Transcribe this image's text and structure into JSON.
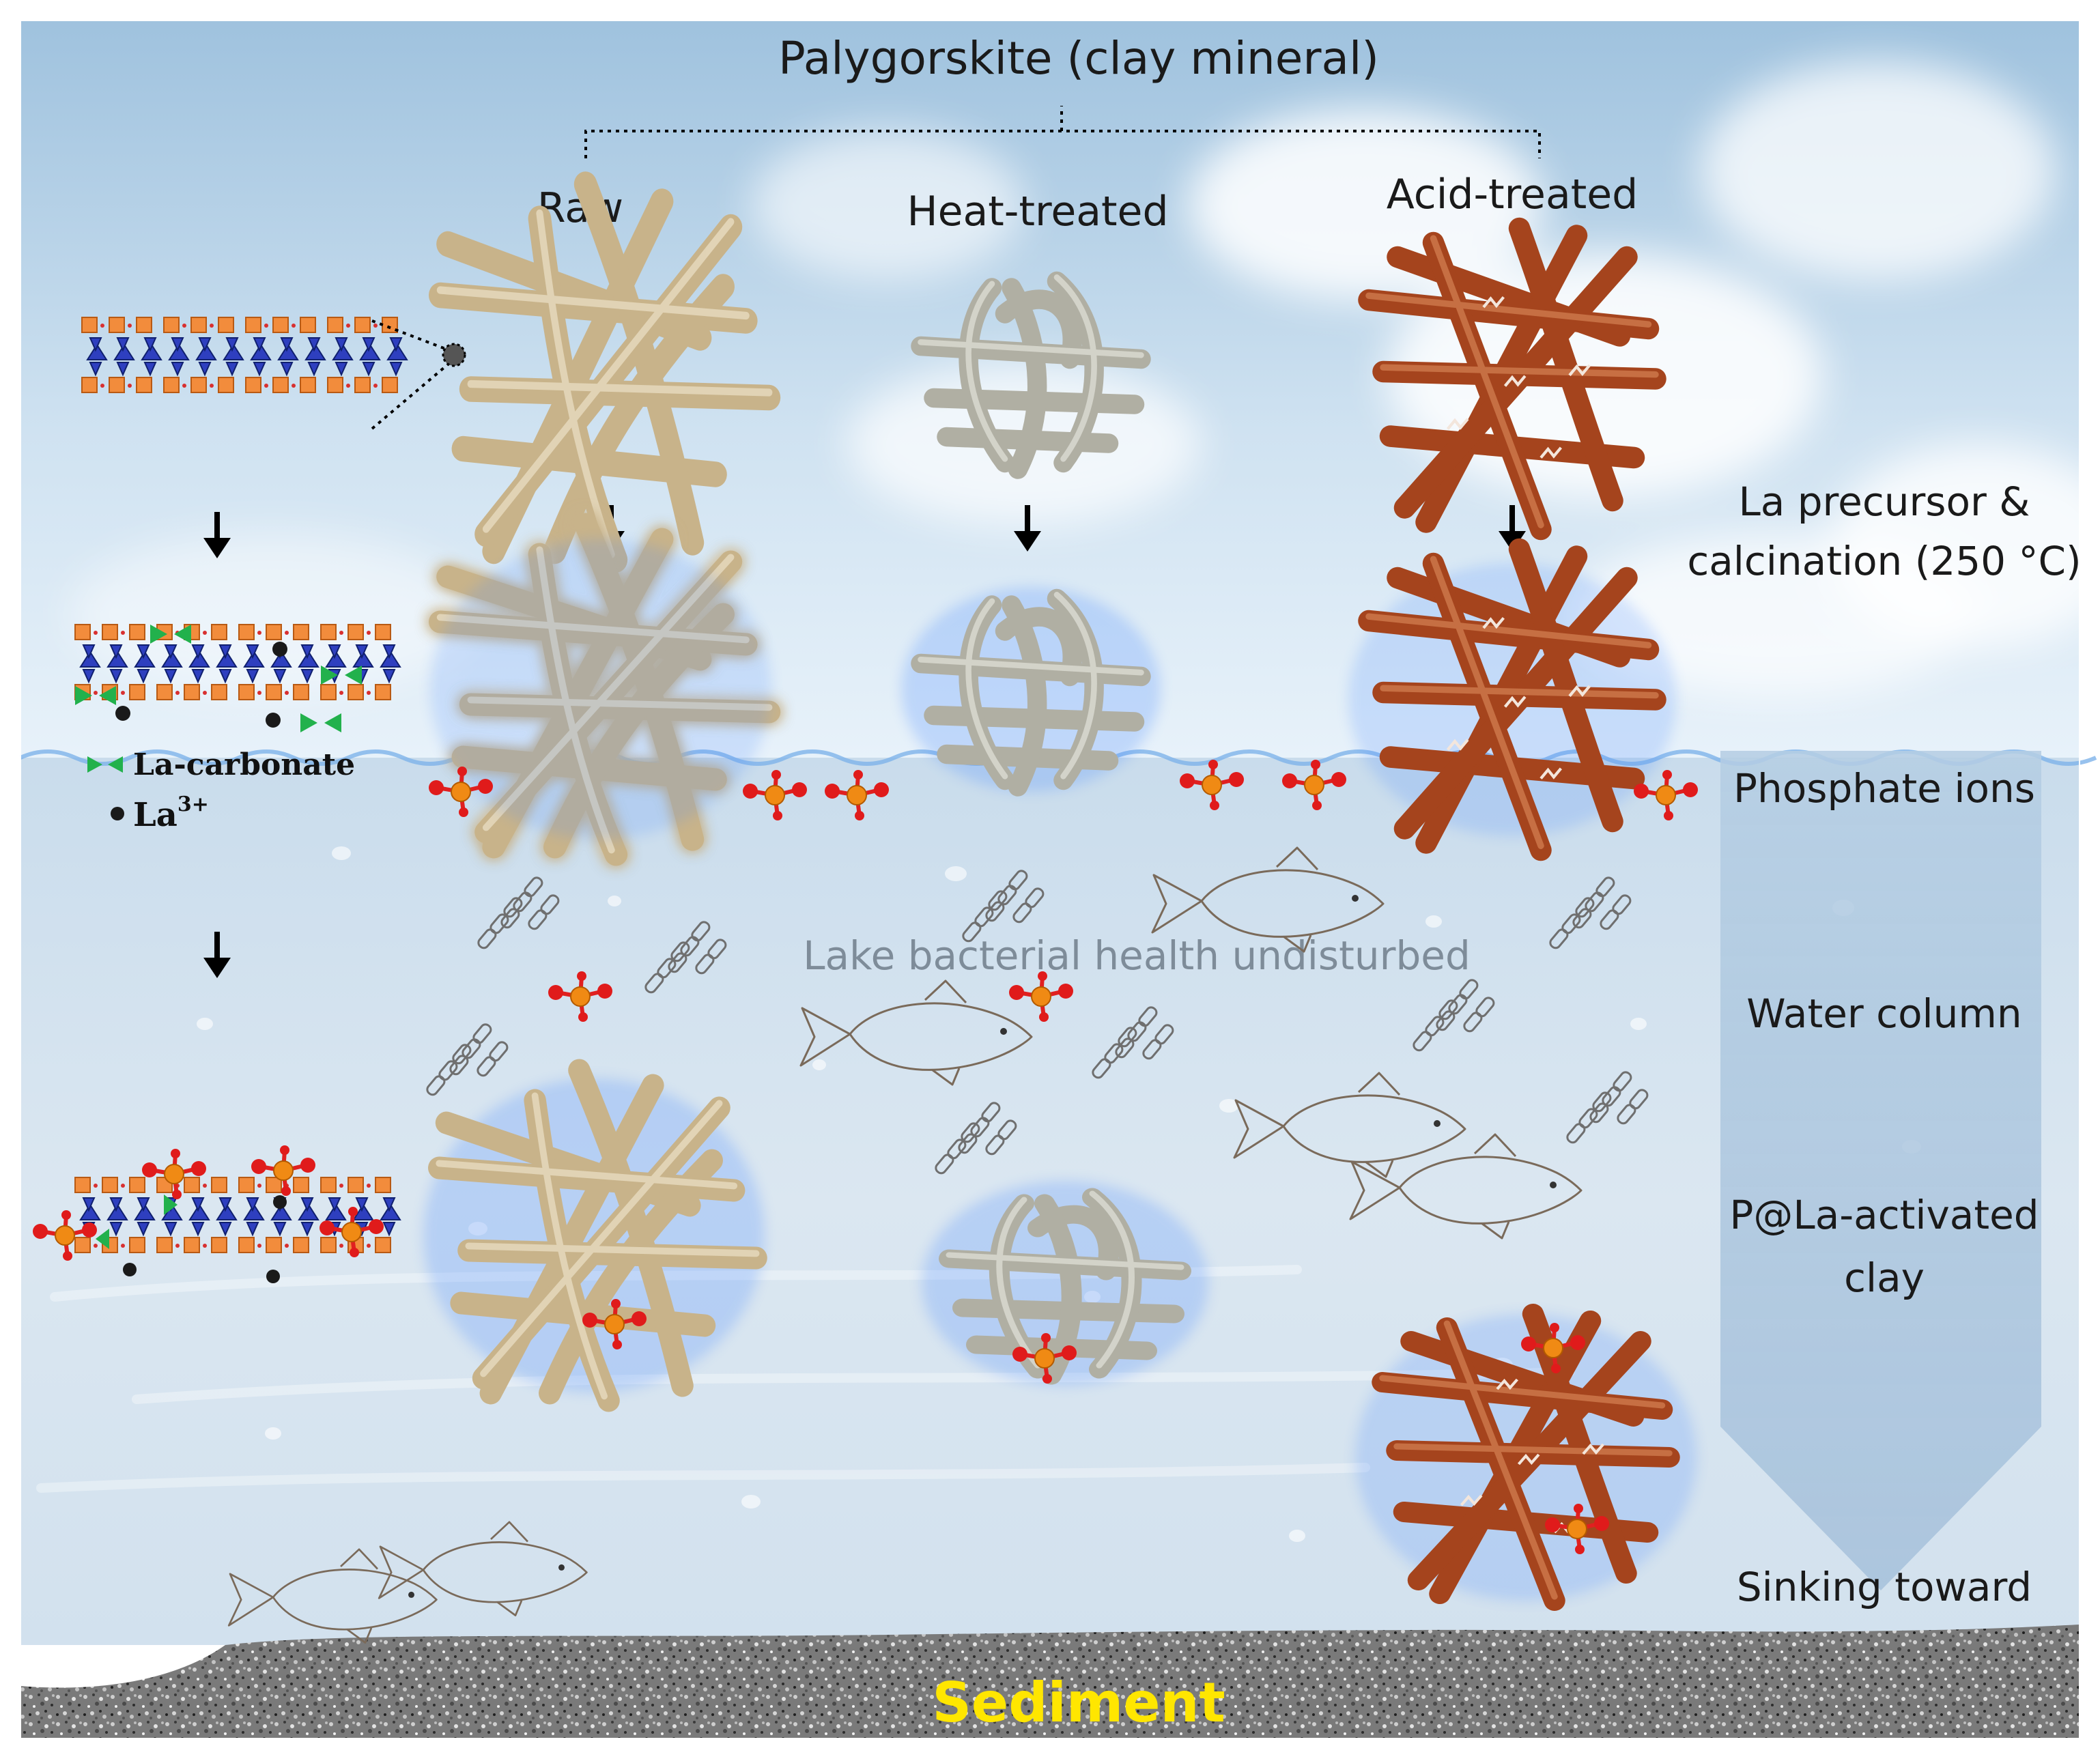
{
  "title": "Palygorskite (clay mineral)",
  "columns": {
    "raw": "Raw",
    "heat": "Heat-treated",
    "acid": "Acid-treated"
  },
  "stages": {
    "precursor_line1": "La precursor &",
    "precursor_line2": "calcination (250 °C)",
    "phosphate": "Phosphate ions",
    "water": "Water column",
    "activated_line1": "P@La-activated",
    "activated_line2": "clay",
    "sinking": "Sinking toward"
  },
  "legend": {
    "carbonate": "La-carbonate",
    "la_ion": "La",
    "la_ion_sup": "3+"
  },
  "lake_note": "Lake bacterial health undisturbed",
  "sediment": "Sediment",
  "colors": {
    "raw_fiber": "#c9b48a",
    "heat_fiber": "#b3b2a6",
    "acid_fiber": "#a9471f",
    "glow": "#4d8dff",
    "phosphate_p": "#f08a14",
    "phosphate_o": "#e01b1b",
    "sediment_text": "#ffe600",
    "octahedra": "#f28c3c",
    "tetrahedra": "#2e3fbf",
    "carbonate": "#22b14c"
  },
  "icons": [
    "fish-icon",
    "bacteria-icon",
    "phosphate-icon",
    "down-arrow-icon"
  ]
}
